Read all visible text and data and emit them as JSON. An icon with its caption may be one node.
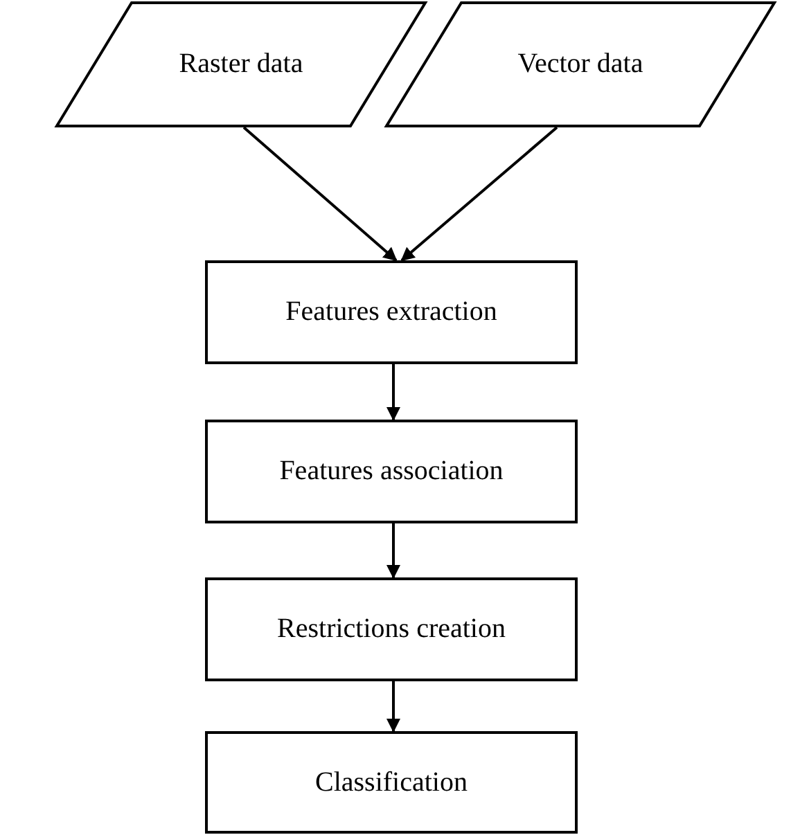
{
  "diagram": {
    "nodes": [
      {
        "text": [
          "Raster data"
        ]
      },
      {
        "text": [
          "Vector data"
        ]
      },
      {
        "text": [
          "Features extraction"
        ]
      },
      {
        "text": [
          "Features association"
        ]
      },
      {
        "text": [
          "Restrictions creation"
        ]
      },
      {
        "text": [
          "Classification"
        ]
      }
    ],
    "edges": [
      {
        "from": 0,
        "to": 2,
        "arrow": "to"
      },
      {
        "from": 1,
        "to": 2,
        "arrow": "to"
      },
      {
        "from": 2,
        "to": 3,
        "arrow": "to"
      },
      {
        "from": 3,
        "to": 4,
        "arrow": "to"
      },
      {
        "from": 4,
        "to": 5,
        "arrow": "to"
      }
    ]
  }
}
